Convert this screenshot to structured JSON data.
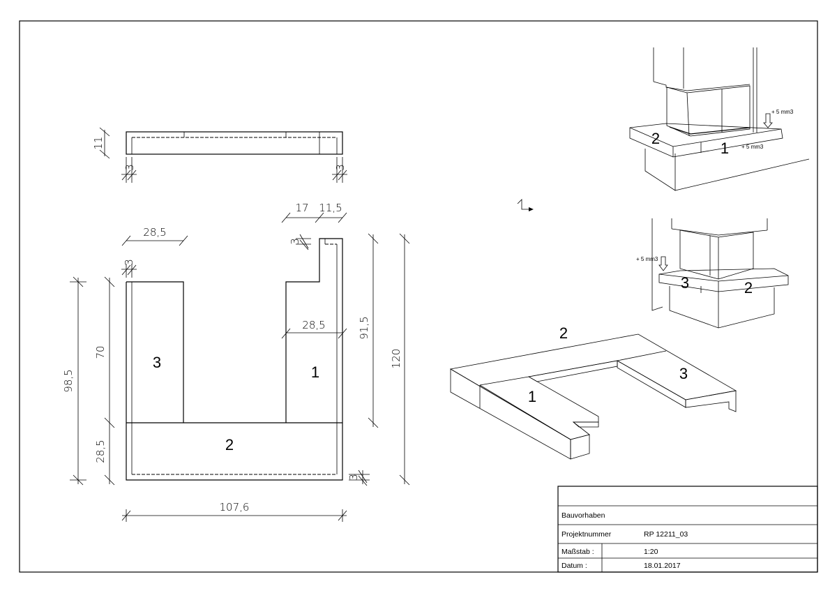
{
  "plan_view": {
    "parts": {
      "p1": "1",
      "p2": "2",
      "p3": "3"
    },
    "dims": {
      "depth_left": "98,5",
      "leg_length": "70",
      "front_depth": "28,5",
      "right_depth": "91,5",
      "total_depth": "120",
      "total_width": "107,6",
      "left_width": "28,5",
      "right_width": "28,5",
      "notch_width": "17",
      "notch_right": "11,5",
      "edge_top": "3",
      "edge_left": "3",
      "edge_bottom": "3"
    }
  },
  "section_view": {
    "dims": {
      "height": "11",
      "edge_left": "3",
      "edge_right": "3"
    }
  },
  "iso_views": {
    "view1": {
      "label_a": "2",
      "label_b": "1",
      "note_a": "+ 5 mm3",
      "note_b": "+ 5 mm3"
    },
    "view2": {
      "label_a": "3",
      "label_b": "2",
      "note_a": "+ 5 mm3"
    },
    "assembly": {
      "p1": "1",
      "p2": "2",
      "p3": "3",
      "top_color": "#c8c8c8",
      "side_color": "#dcdcdc",
      "end_color": "#f0f0f0"
    }
  },
  "title_block": {
    "bauvorhaben_label": "Bauvorhaben",
    "projekt_label": "Projektnummer",
    "projekt_value": "RP 12211_03",
    "massstab_label": "Maßstab :",
    "massstab_value": "1:20",
    "datum_label": "Datum :",
    "datum_value": "18.01.2017"
  }
}
